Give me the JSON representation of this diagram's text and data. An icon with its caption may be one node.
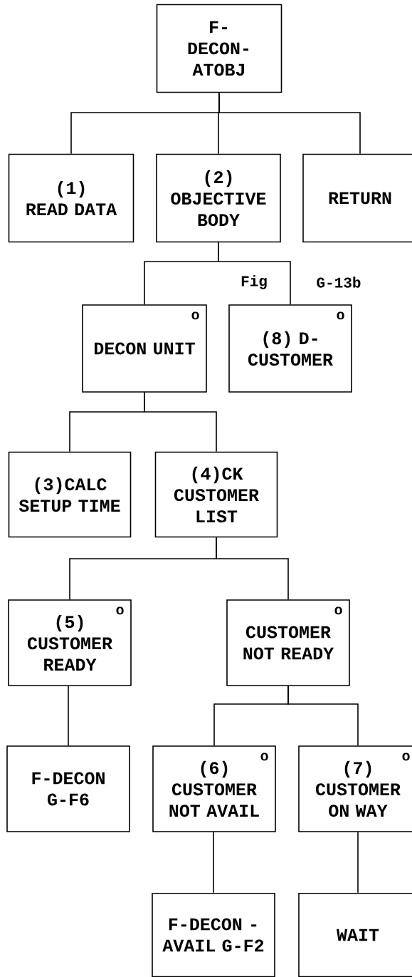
{
  "diagram": {
    "nodes": [
      {
        "text": [
          "F- DECON- ATOBJ"
        ]
      },
      {
        "text": [
          "(1)",
          "READ DATA"
        ]
      },
      {
        "text": [
          "(2)",
          "OBJECTIVE BODY"
        ]
      },
      {
        "text": [
          "RETURN"
        ]
      },
      {
        "text": [
          "o",
          "DECON UNIT"
        ]
      },
      {
        "text": [
          "o",
          "(8) D- CUSTOMER"
        ]
      },
      {
        "text": [
          "(3)CALC SETUP TIME"
        ]
      },
      {
        "text": [
          "(4)CK CUSTOMER LIST"
        ]
      },
      {
        "text": [
          "(5)",
          "o",
          "CUSTOMER READY"
        ]
      },
      {
        "text": [
          "o",
          "CUSTOMER NOT READY"
        ]
      },
      {
        "text": [
          "F-DECON G-F6"
        ]
      },
      {
        "text": [
          "(6)",
          "o",
          "CUSTOMER NOT AVAIL"
        ]
      },
      {
        "text": [
          "(7)",
          "o",
          "CUSTOMER ON WAY"
        ]
      },
      {
        "text": [
          "F-DECON -AVAIL G-F2"
        ]
      },
      {
        "text": [
          "WAIT"
        ]
      }
    ],
    "edges": [
      {
        "from": 0,
        "to": 1,
        "arrow": "none"
      },
      {
        "from": 0,
        "to": 2,
        "arrow": "none"
      },
      {
        "from": 0,
        "to": 3,
        "arrow": "none"
      },
      {
        "from": 2,
        "to": 4,
        "arrow": "none"
      },
      {
        "from": 2,
        "to": 5,
        "arrow": "none"
      },
      {
        "from": 4,
        "to": 6,
        "arrow": "none"
      },
      {
        "from": 4,
        "to": 7,
        "arrow": "none"
      },
      {
        "from": 7,
        "to": 8,
        "arrow": "none"
      },
      {
        "from": 7,
        "to": 9,
        "arrow": "none"
      },
      {
        "from": 8,
        "to": 10,
        "arrow": "none"
      },
      {
        "from": 9,
        "to": 11,
        "arrow": "none"
      },
      {
        "from": 9,
        "to": 12,
        "arrow": "none"
      },
      {
        "from": 11,
        "to": 13,
        "arrow": "none"
      },
      {
        "from": 12,
        "to": 14,
        "arrow": "none"
      }
    ],
    "labels": [
      "Fig",
      "G-13b"
    ]
  }
}
